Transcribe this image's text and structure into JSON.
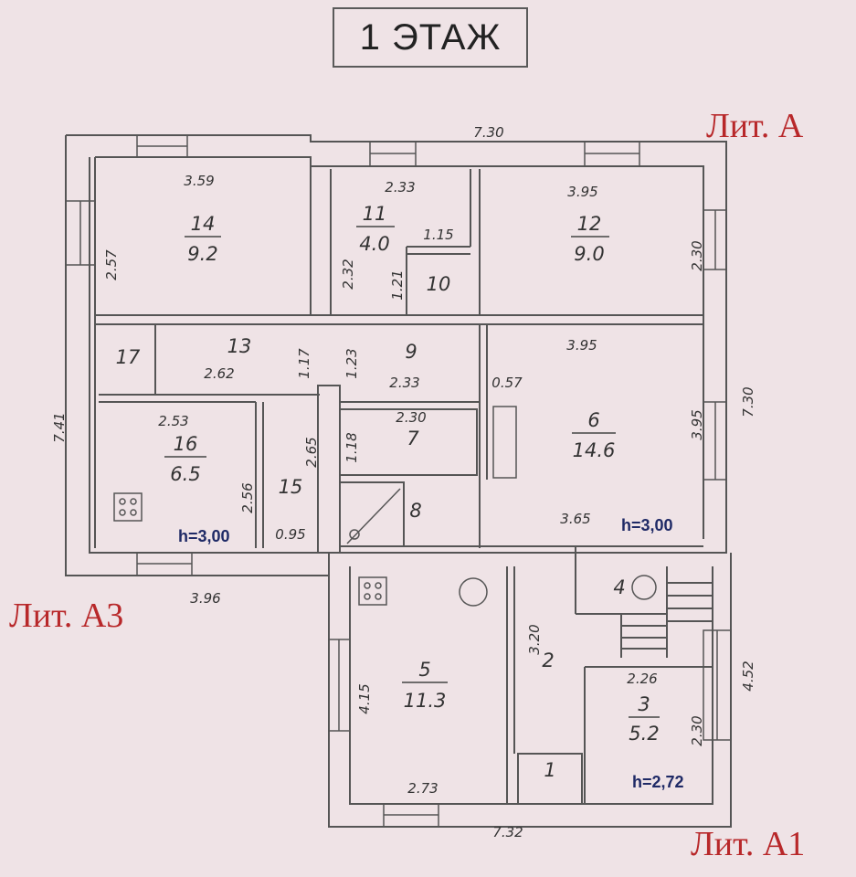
{
  "title": "1 ЭТАЖ",
  "lit_labels": {
    "a": "Лит. А",
    "a1": "Лит. А1",
    "a3": "Лит. А3"
  },
  "heights": {
    "main": "h=3,00",
    "a3": "h=3,00",
    "a1": "h=2,72"
  },
  "rooms": {
    "r1": {
      "number": "1"
    },
    "r2": {
      "number": "2"
    },
    "r3": {
      "number": "3",
      "area": "5.2"
    },
    "r4": {
      "number": "4"
    },
    "r5": {
      "number": "5",
      "area": "11.3"
    },
    "r6": {
      "number": "6",
      "area": "14.6"
    },
    "r7": {
      "number": "7"
    },
    "r8": {
      "number": "8"
    },
    "r9": {
      "number": "9"
    },
    "r10": {
      "number": "10"
    },
    "r11": {
      "number": "11",
      "area": "4.0"
    },
    "r12": {
      "number": "12",
      "area": "9.0"
    },
    "r13": {
      "number": "13"
    },
    "r14": {
      "number": "14",
      "area": "9.2"
    },
    "r15": {
      "number": "15"
    },
    "r16": {
      "number": "16",
      "area": "6.5"
    },
    "r17": {
      "number": "17"
    }
  },
  "dimensions": {
    "d_top": "7.30",
    "d_359": "3.59",
    "d_233a": "2.33",
    "d_395a": "3.95",
    "d_257": "2.57",
    "d_232": "2.32",
    "d_115": "1.15",
    "d_121": "1.21",
    "d_230a": "2.30",
    "d_395b": "3.95",
    "d_262": "2.62",
    "d_117": "1.17",
    "d_123": "1.23",
    "d_233b": "2.33",
    "d_057": "0.57",
    "d_741": "7.41",
    "d_730r": "7.30",
    "d_253": "2.53",
    "d_230b": "2.30",
    "d_118": "1.18",
    "d_265": "2.65",
    "d_256": "2.56",
    "d_395c": "3.95",
    "d_095": "0.95",
    "d_365": "3.65",
    "d_396": "3.96",
    "d_320": "3.20",
    "d_226": "2.26",
    "d_415": "4.15",
    "d_452": "4.52",
    "d_230c": "2.30",
    "d_273": "2.73",
    "d_732": "7.32"
  },
  "colors": {
    "wall": "#555555",
    "lit_label": "#b8282a",
    "height_label": "#1f2a66",
    "paper": "#efe3e6"
  }
}
